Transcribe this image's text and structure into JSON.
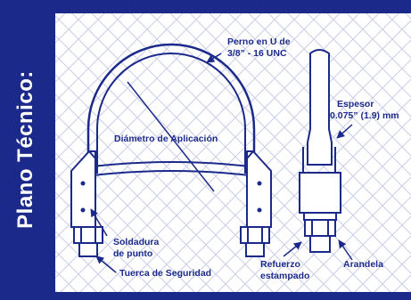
{
  "side_title": "Plano Técnico:",
  "colors": {
    "frame": "#1b2a8a",
    "panel": "#ffffff",
    "pattern": "#c9cde6",
    "ink": "#1b2a8a"
  },
  "labels": {
    "u_bolt_line1": "Perno en U de",
    "u_bolt_line2": "3/8” - 16  UNC",
    "diameter": "Diámetro de Aplicación",
    "thickness_line1": "Espesor",
    "thickness_line2": "0.075” (1.9) mm",
    "weld_line1": "Soldadura",
    "weld_line2": "de punto",
    "lock_nut": "Tuerca de Seguridad",
    "reinforce_line1": "Refuerzo",
    "reinforce_line2": "estampado",
    "washer": "Arandela"
  }
}
